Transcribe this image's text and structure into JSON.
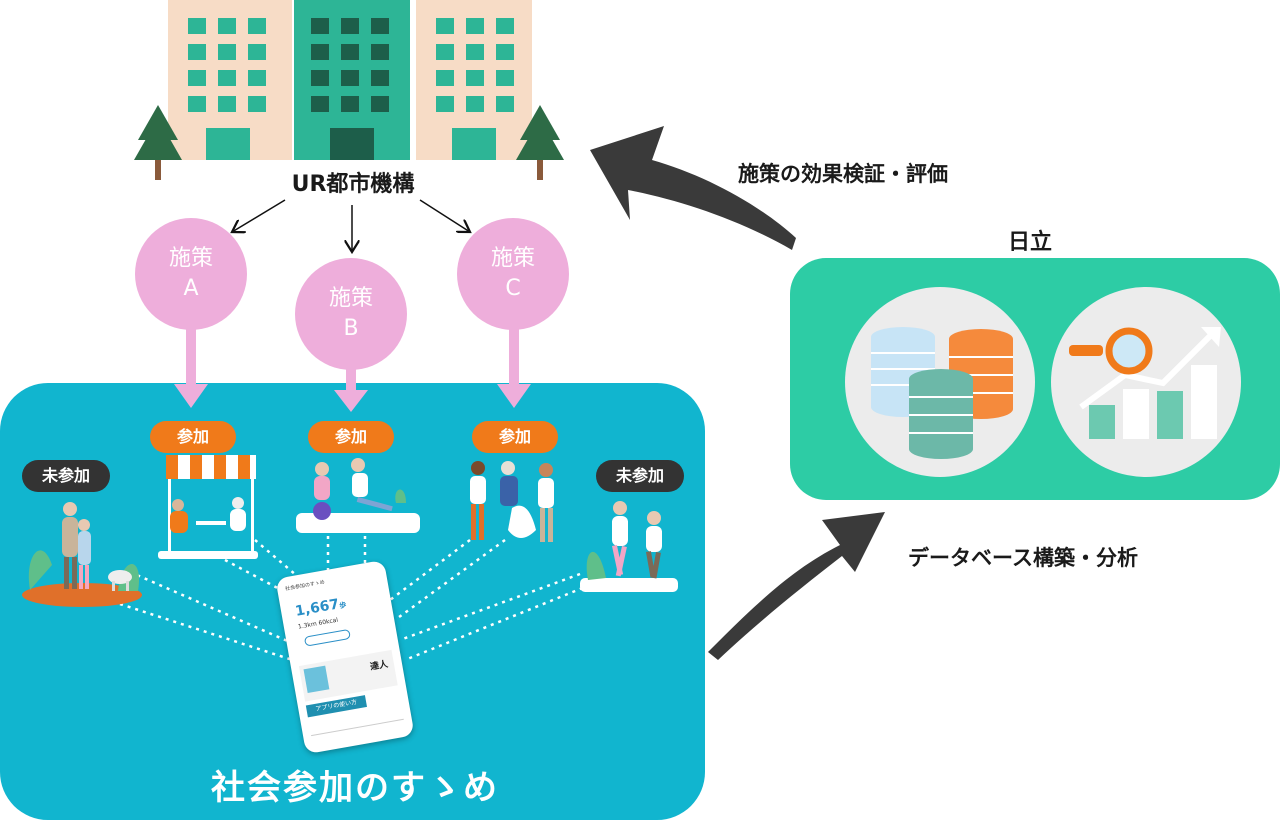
{
  "ur": {
    "label": "UR都市機構"
  },
  "policies": [
    {
      "line1": "施策",
      "line2": "A"
    },
    {
      "line1": "施策",
      "line2": "B"
    },
    {
      "line1": "施策",
      "line2": "C"
    }
  ],
  "participation": {
    "joined": "参加",
    "not_joined": "未参加"
  },
  "community": {
    "title": "社会参加のすゝめ"
  },
  "hitachi": {
    "label": "日立",
    "db_caption": "データベース構築・分析",
    "eval_caption": "施策の効果検証・評価"
  },
  "phone": {
    "app_title": "社会参加のすゝめ",
    "steps": "1,667",
    "steps_unit": "歩",
    "distance": "1.3",
    "distance_unit": "km",
    "kcal": "60",
    "kcal_unit": "kcal",
    "banner": "アプリの使い方",
    "badge": "達人"
  },
  "colors": {
    "teal": "#11b5cf",
    "green": "#2dcca5",
    "pink": "#eeaedb",
    "orange": "#f07a1a",
    "dark_arrow": "#3a3a3a"
  }
}
